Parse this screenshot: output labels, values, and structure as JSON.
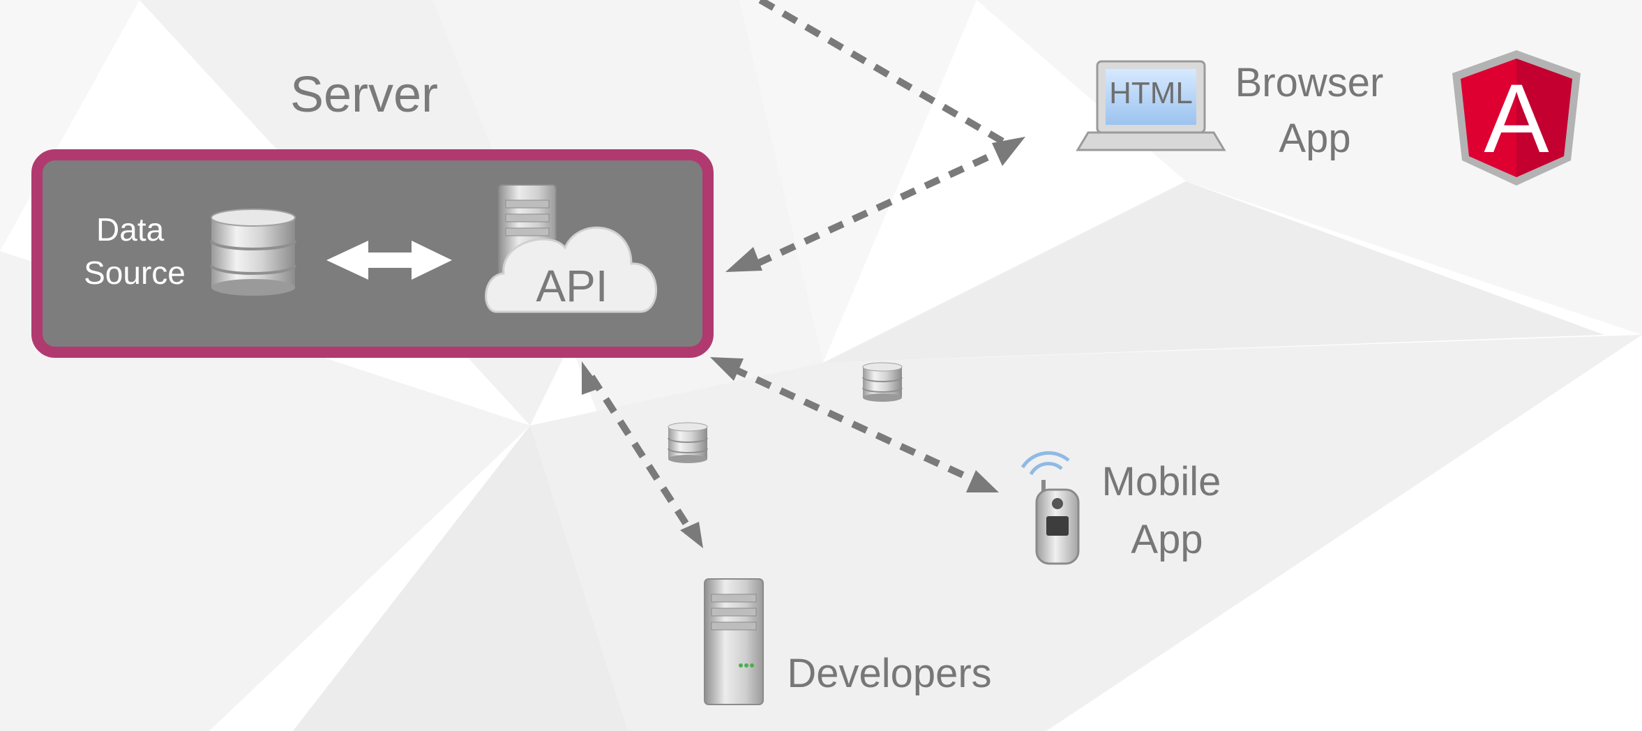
{
  "server": {
    "title": "Server",
    "data_source_label": [
      "Data",
      "Source"
    ],
    "api_label": "API",
    "colors": {
      "border": "#b03a6f",
      "fill": "#7d7d7d"
    }
  },
  "browser": {
    "screen_text": "HTML",
    "label": [
      "Browser",
      "App"
    ],
    "logo_letter": "A",
    "logo_colors": {
      "shield": "#dd0031",
      "shield_dark": "#c3002f",
      "rim": "#b3b3b3"
    }
  },
  "mobile": {
    "label": [
      "Mobile",
      "App"
    ]
  },
  "developers": {
    "label": "Developers"
  },
  "icons": [
    "database-icon",
    "double-arrow-icon",
    "server-tower-icon",
    "cloud-icon",
    "laptop-icon",
    "angular-logo",
    "mobile-phone-icon",
    "signal-waves-icon"
  ],
  "connector_color": "#7a7a7a"
}
